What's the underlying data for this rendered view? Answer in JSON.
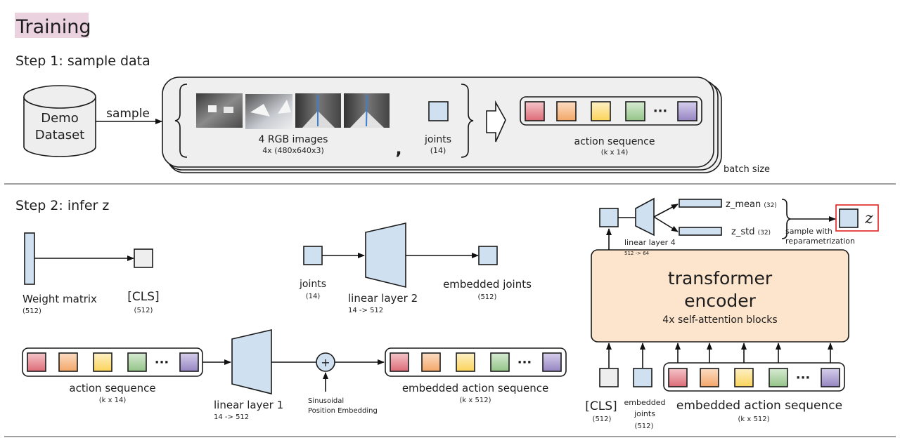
{
  "title": "Training",
  "colors": {
    "title_highlight": "#ead3df",
    "panel_bg": "#efefef",
    "light_blue": "#cfe0f1",
    "cls_gray": "#eeeeee",
    "encoder_bg": "#fde4cc",
    "z_border": "#e02020",
    "divider": "#808080",
    "seq_red": "#e27a84",
    "seq_orange": "#f6b888",
    "seq_yellow": "#fbdd78",
    "seq_green": "#a7d09d",
    "seq_purple": "#a797cc"
  },
  "step1": {
    "heading": "Step 1: sample data",
    "dataset_line1": "Demo",
    "dataset_line2": "Dataset",
    "arrow_label": "sample",
    "images_label": "4 RGB images",
    "images_dims": "4x (480x640x3)",
    "comma": ",",
    "joints_label": "joints",
    "joints_dims": "(14)",
    "action_label": "action sequence",
    "action_dims": "(k x 14)",
    "ellipsis": "···",
    "batch_label": "batch size"
  },
  "step2": {
    "heading": "Step 2: infer z",
    "weight_label": "Weight matrix",
    "weight_dims": "(512)",
    "cls_label": "[CLS]",
    "cls_dims": "(512)",
    "joints_label": "joints",
    "joints_dims": "(14)",
    "ll2_label": "linear layer 2",
    "ll2_dims": "14 -> 512",
    "emb_joints_label": "embedded joints",
    "emb_joints_dims": "(512)",
    "action_label": "action sequence",
    "action_dims": "(k x 14)",
    "ll1_label": "linear layer 1",
    "ll1_dims": "14 -> 512",
    "plus": "+",
    "pos_emb_line1": "Sinusoidal",
    "pos_emb_line2": "Position Embedding",
    "emb_action_label": "embedded action sequence",
    "emb_action_dims": "(k x 512)",
    "ellipsis": "···",
    "encoder_line1": "transformer",
    "encoder_line2": "encoder",
    "encoder_line3": "4x self-attention blocks",
    "ll4_label": "linear layer 4",
    "ll4_dims": "512 -> 64",
    "z_mean_label": "z_mean",
    "z_mean_dims": "(32)",
    "z_std_label": "z_std",
    "z_std_dims": "(32)",
    "sample_line1": "sample with",
    "sample_line2": "reparametrization",
    "z_symbol": "z",
    "in_cls_label": "[CLS]",
    "in_cls_dims": "(512)",
    "in_joints_line1": "embedded",
    "in_joints_line2": "joints",
    "in_joints_dims": "(512)",
    "in_action_label": "embedded action sequence",
    "in_action_dims": "(k x 512)"
  }
}
